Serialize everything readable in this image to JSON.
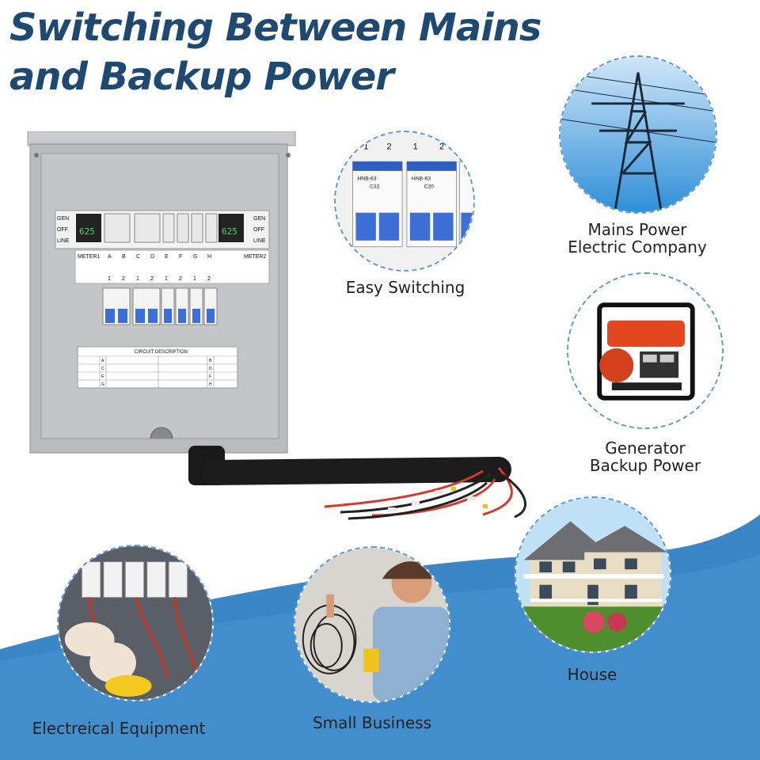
{
  "title": "Switching Between Mains and Backup Power",
  "colors": {
    "title": "#1e4a72",
    "wave": "#3b86c6",
    "dash": "#5a9bd6"
  },
  "panel": {
    "left_labels": [
      "GEN",
      "OFF",
      "LINE"
    ],
    "right_labels": [
      "GEN",
      "OFF",
      "LINE"
    ],
    "meter_reading": "625",
    "meter1": "METER1",
    "meter2": "METER2",
    "letters": [
      "A",
      "B",
      "C",
      "D",
      "E",
      "F",
      "G",
      "H"
    ],
    "numbers": [
      "1",
      "2",
      "1",
      "2",
      "1",
      "2",
      "1",
      "2"
    ],
    "circuit_title": "CIRCUIT DESCRIPTION",
    "circuit_rows": [
      {
        "left": "A",
        "right": "B"
      },
      {
        "left": "C",
        "right": "D"
      },
      {
        "left": "E",
        "right": "F"
      },
      {
        "left": "G",
        "right": "H"
      }
    ]
  },
  "breaker_closeup": {
    "top_numbers": [
      "1",
      "2",
      "1",
      "2"
    ],
    "model": "HNB-63",
    "rating1": "C32",
    "rating2": "C20"
  },
  "features": {
    "easy_switching": "Easy Switching",
    "mains_power": "Mains Power",
    "mains_sub": "Electric Company",
    "generator": "Generator",
    "generator_sub": "Backup Power",
    "house": "House",
    "equipment": "Electreical Equipment",
    "business": "Small Business"
  }
}
